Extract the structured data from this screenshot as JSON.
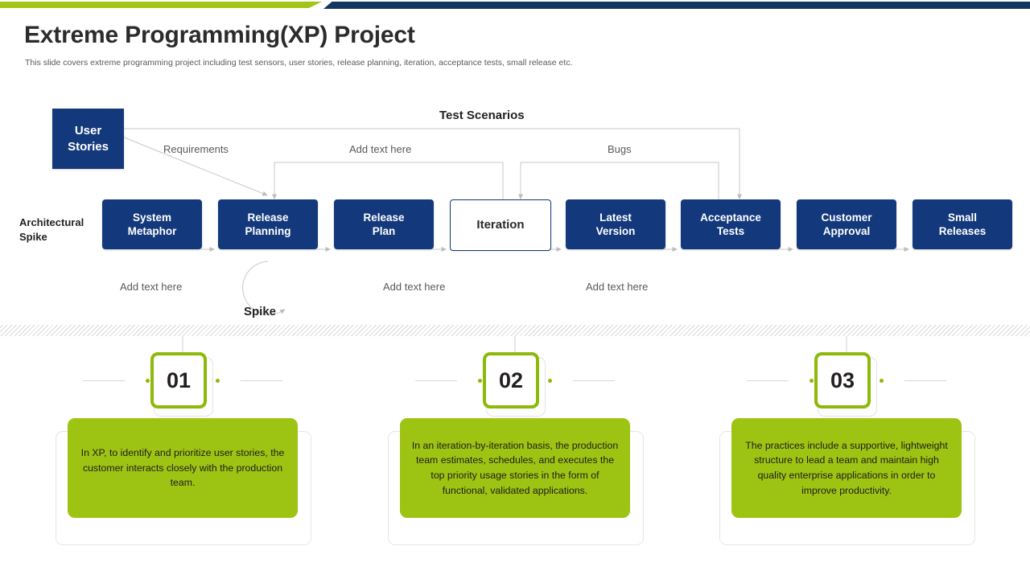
{
  "header": {
    "title": "Extreme Programming(XP) Project",
    "subtitle": "This slide covers extreme programming project including test sensors, user stories, release planning, iteration, acceptance tests, small release etc."
  },
  "theme": {
    "navy": "#13397c",
    "green": "#9ec413",
    "accent_green": "#8db908",
    "bar_navy": "#133763",
    "line_gray": "#c9c9c9",
    "text_gray": "#595959"
  },
  "diagram": {
    "top_label": "Test Scenarios",
    "left_label": "Architectural\nSpike",
    "left_label_line1": "Architectural",
    "left_label_line2": "Spike",
    "user_stories": {
      "line1": "User",
      "line2": "Stories"
    },
    "spike_label": "Spike",
    "connector_labels": {
      "requirements": "Requirements",
      "add_text_top": "Add text here",
      "bugs": "Bugs",
      "add_text_left": "Add text here",
      "add_text_mid": "Add text here",
      "add_text_right": "Add text here"
    },
    "nodes": [
      {
        "id": "system-metaphor",
        "line1": "System",
        "line2": "Metaphor",
        "style": "navy"
      },
      {
        "id": "release-planning",
        "line1": "Release",
        "line2": "Planning",
        "style": "navy"
      },
      {
        "id": "release-plan",
        "line1": "Release",
        "line2": "Plan",
        "style": "navy"
      },
      {
        "id": "iteration",
        "line1": "Iteration",
        "line2": "",
        "style": "white"
      },
      {
        "id": "latest-version",
        "line1": "Latest",
        "line2": "Version",
        "style": "navy"
      },
      {
        "id": "acceptance-tests",
        "line1": "Acceptance",
        "line2": "Tests",
        "style": "navy"
      },
      {
        "id": "customer-approval",
        "line1": "Customer",
        "line2": "Approval",
        "style": "navy"
      },
      {
        "id": "small-releases",
        "line1": "Small",
        "line2": "Releases",
        "style": "navy"
      }
    ]
  },
  "cards": [
    {
      "number": "01",
      "text": "In XP, to identify and prioritize user stories, the customer interacts closely with the production team."
    },
    {
      "number": "02",
      "text": "In an iteration-by-iteration basis, the production team estimates, schedules, and executes the top priority usage stories in the form of functional, validated applications."
    },
    {
      "number": "03",
      "text": "The practices include a supportive, lightweight structure to lead a team and maintain high quality enterprise applications in order to improve productivity."
    }
  ]
}
